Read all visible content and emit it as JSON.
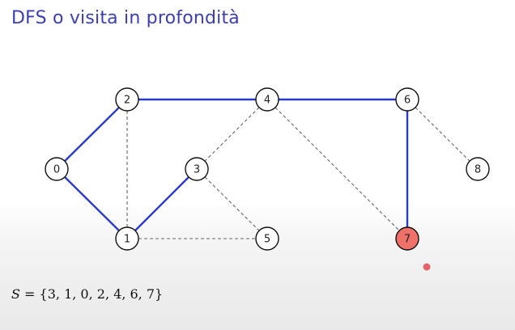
{
  "slide": {
    "title": "DFS o visita in profondità",
    "formula_var": "S",
    "formula_rhs": " = {3, 1, 0, 2, 4, 6, 7}"
  },
  "graph": {
    "nodes": [
      "0",
      "1",
      "2",
      "3",
      "4",
      "5",
      "6",
      "7",
      "8"
    ],
    "highlighted_node": "7",
    "colors": {
      "tree_edge": "#2a3bc8",
      "non_tree_edge": "#666666",
      "highlight_fill": "#f0706a",
      "pointer_dot": "#e2636a"
    },
    "tree_edges": [
      [
        "0",
        "2"
      ],
      [
        "0",
        "1"
      ],
      [
        "1",
        "3"
      ],
      [
        "2",
        "4"
      ],
      [
        "4",
        "6"
      ],
      [
        "6",
        "7"
      ]
    ],
    "non_tree_edges": [
      [
        "2",
        "1"
      ],
      [
        "1",
        "5"
      ],
      [
        "4",
        "3"
      ],
      [
        "3",
        "5"
      ],
      [
        "4",
        "7"
      ],
      [
        "6",
        "8"
      ]
    ]
  }
}
